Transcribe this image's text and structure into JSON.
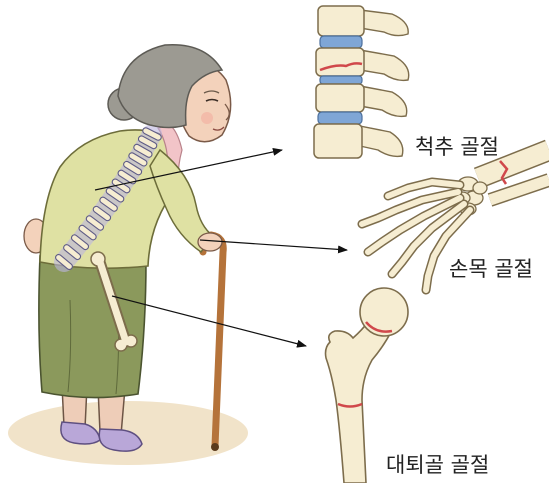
{
  "labels": {
    "spine_fracture": "척추 골절",
    "wrist_fracture": "손목 골절",
    "femur_fracture": "대퇴골 골절"
  },
  "colors": {
    "bone": "#f6edd2",
    "bone_outline": "#7d6d4c",
    "disc": "#7fa6d6",
    "fracture": "#d0484b",
    "cardigan": "#dfe1a3",
    "skirt": "#8b995c",
    "skin": "#f3d2bb",
    "hair": "#9c9a92",
    "shoes": "#b9a7d8",
    "cane": "#b5733a",
    "scarf": "#f2c4c8",
    "ground": "#f1e3c9",
    "spine_overlay": "#bcb6e0"
  }
}
